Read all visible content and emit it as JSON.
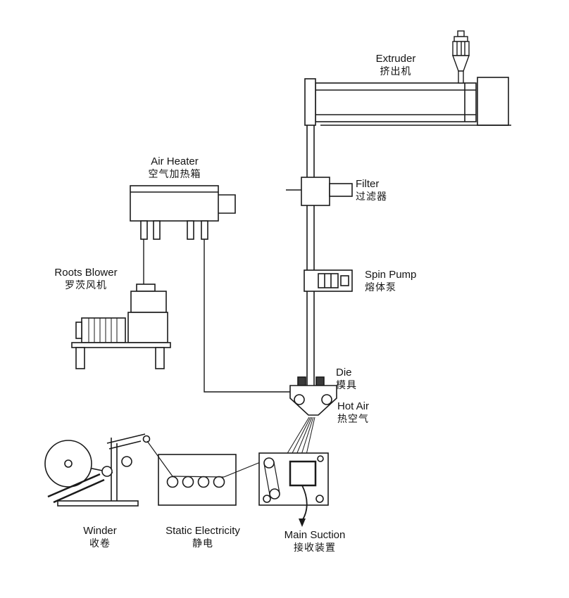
{
  "diagram": {
    "labels": {
      "extruder": {
        "en": "Extruder",
        "zh": "挤出机"
      },
      "air_heater": {
        "en": "Air Heater",
        "zh": "空气加热箱"
      },
      "roots_blower": {
        "en": "Roots Blower",
        "zh": "罗茨风机"
      },
      "filter": {
        "en": "Filter",
        "zh": "过滤器"
      },
      "spin_pump": {
        "en": "Spin Pump",
        "zh": "熔体泵"
      },
      "die": {
        "en": "Die",
        "zh": "模具"
      },
      "hot_air": {
        "en": "Hot Air",
        "zh": "热空气"
      },
      "winder": {
        "en": "Winder",
        "zh": "收卷"
      },
      "static_electricity": {
        "en": "Static Electricity",
        "zh": "静电"
      },
      "main_suction": {
        "en": "Main Suction",
        "zh": "接收装置"
      }
    },
    "colors": {
      "line": "#1a1a1a",
      "background": "#ffffff"
    }
  }
}
